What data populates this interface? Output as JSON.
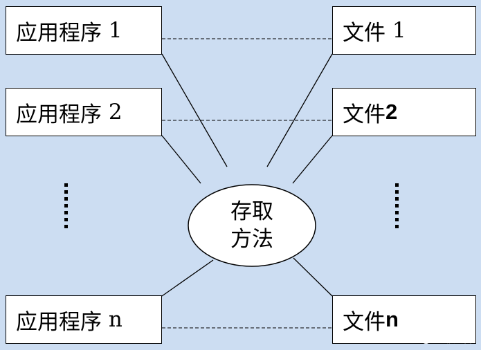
{
  "apps": [
    {
      "name": "应用程序",
      "num": "1"
    },
    {
      "name": "应用程序",
      "num": "2"
    },
    {
      "name": "应用程序",
      "num": "n"
    }
  ],
  "files": [
    {
      "name": "文件",
      "num": "1"
    },
    {
      "name": "文件",
      "num": "2"
    },
    {
      "name": "文件",
      "num": "n"
    }
  ],
  "access_method": {
    "line1": "存取",
    "line2": "方法"
  },
  "watermark": "CSDN @kai耶大吉",
  "colors": {
    "background": "#ccddf2",
    "box": "#ffffff",
    "stroke": "#000000"
  }
}
